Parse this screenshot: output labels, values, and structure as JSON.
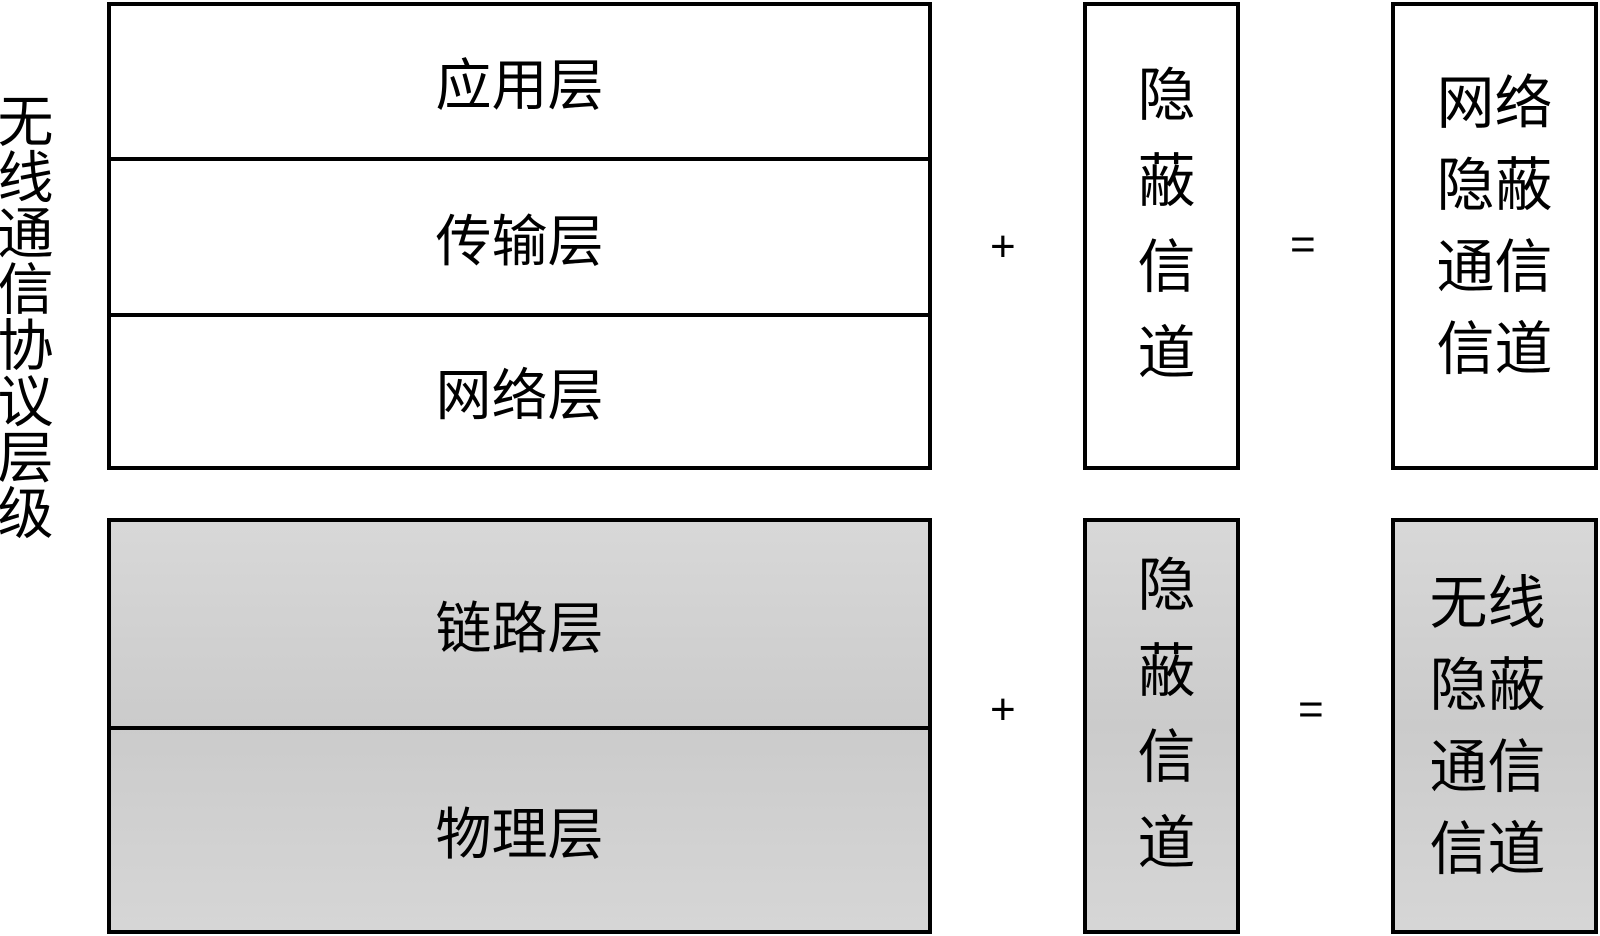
{
  "side_label": "无线通信协议层级",
  "upper_layers": [
    "应用层",
    "传输层",
    "网络层"
  ],
  "lower_layers": [
    "链路层",
    "物理层"
  ],
  "covert_channel": "隐蔽信道",
  "plus": "+",
  "equals": "=",
  "upper_result": [
    "网络",
    "隐蔽",
    "通信",
    "信道"
  ],
  "lower_result": [
    "无线",
    "隐蔽",
    "通信",
    "信道"
  ],
  "colors": {
    "gray_fill": "#d0d0d0",
    "border": "#000000"
  }
}
